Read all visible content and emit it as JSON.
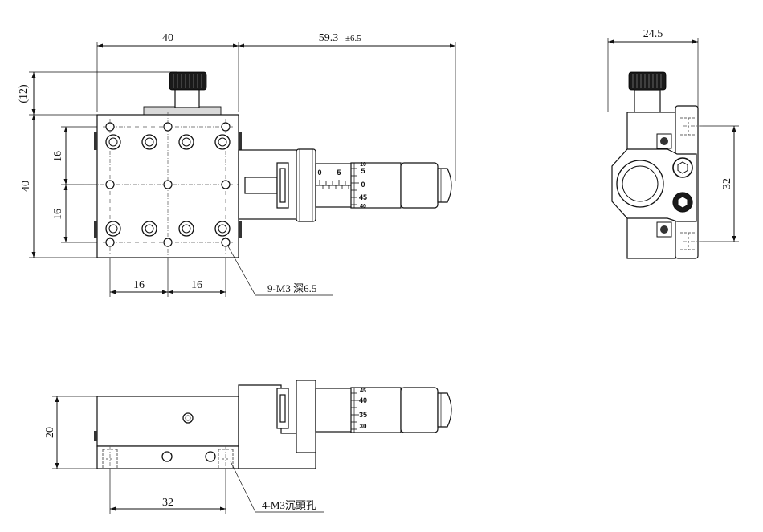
{
  "top_view": {
    "dim_width": "40",
    "dim_travel": "59.3",
    "dim_travel_tol": "±6.5",
    "dim_knob": "12",
    "dim_height": "40",
    "dim_pitch_v1": "16",
    "dim_pitch_v2": "16",
    "dim_pitch_h1": "16",
    "dim_pitch_h2": "16",
    "note_holes": "9-M3 深6.5",
    "scale_numbers": [
      "0",
      "5"
    ],
    "thimble_numbers": [
      "5",
      "0",
      "45",
      "40",
      "10"
    ]
  },
  "side_view": {
    "dim_width": "24.5",
    "dim_holes": "32"
  },
  "front_view": {
    "dim_height": "20",
    "dim_holes": "32",
    "note_holes": "4-M3沉頭孔",
    "thimble_numbers": [
      "45",
      "40",
      "35",
      "30"
    ]
  }
}
